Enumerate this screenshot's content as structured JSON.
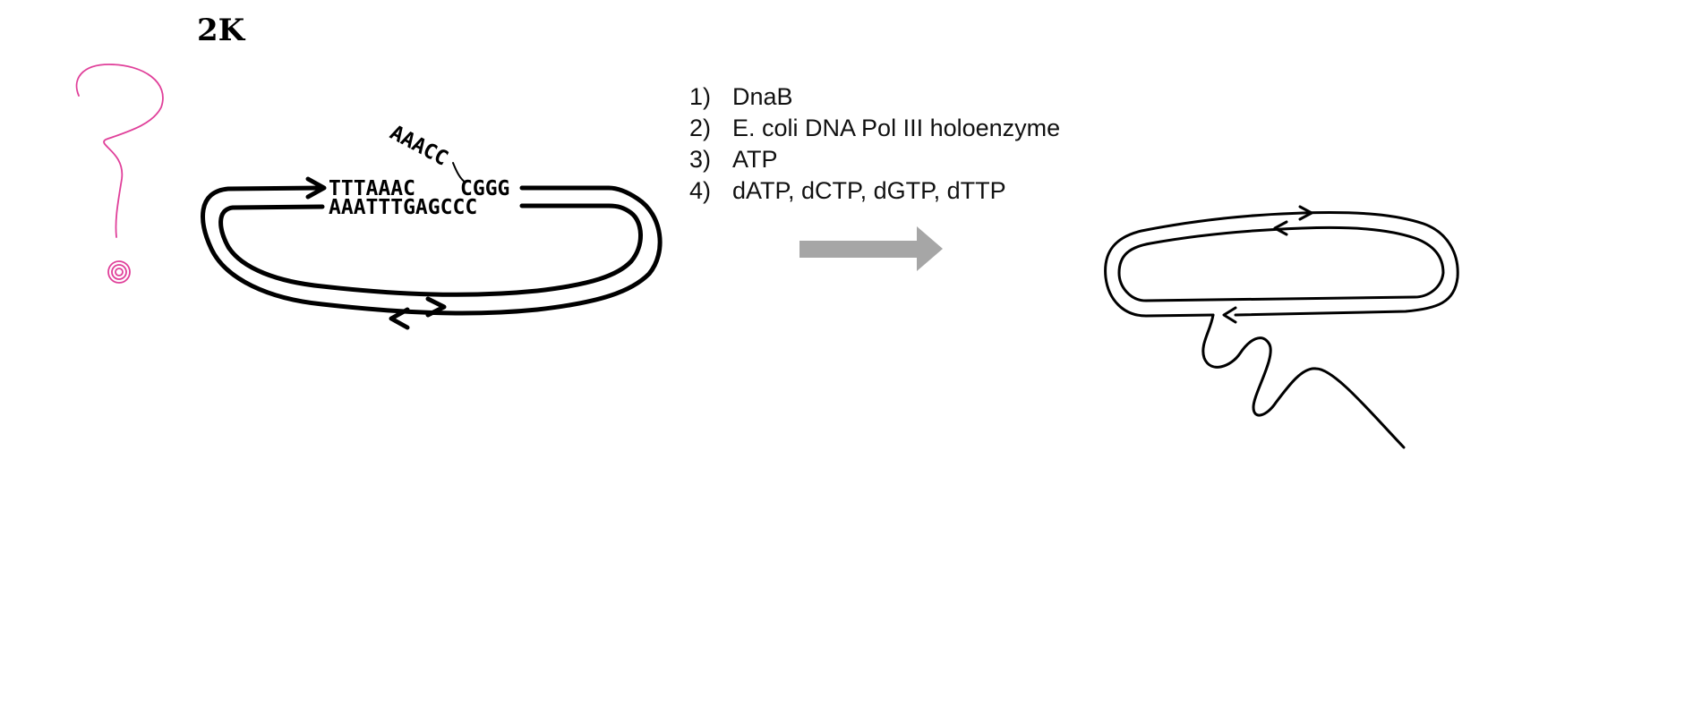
{
  "figure_label": "2K",
  "reagents": [
    {
      "number": "1)",
      "label": "DnaB"
    },
    {
      "number": "2)",
      "label": "E. coli DNA Pol III holoenzyme"
    },
    {
      "number": "3)",
      "label": "ATP"
    },
    {
      "number": "4)",
      "label": "dATP, dCTP, dGTP, dTTP"
    }
  ],
  "sequences": {
    "top_left": "TTTAAAC",
    "top_right": "CGGG",
    "bottom": "AAATTTGAGCCC",
    "flap": "AAACC"
  },
  "colors": {
    "ink": "#000000",
    "process_arrow": "#a6a6a6",
    "annotation_pink": "#e0409a"
  },
  "icons": {
    "process_arrow": "right-arrow-icon",
    "annotation": "question-mark-icon"
  }
}
